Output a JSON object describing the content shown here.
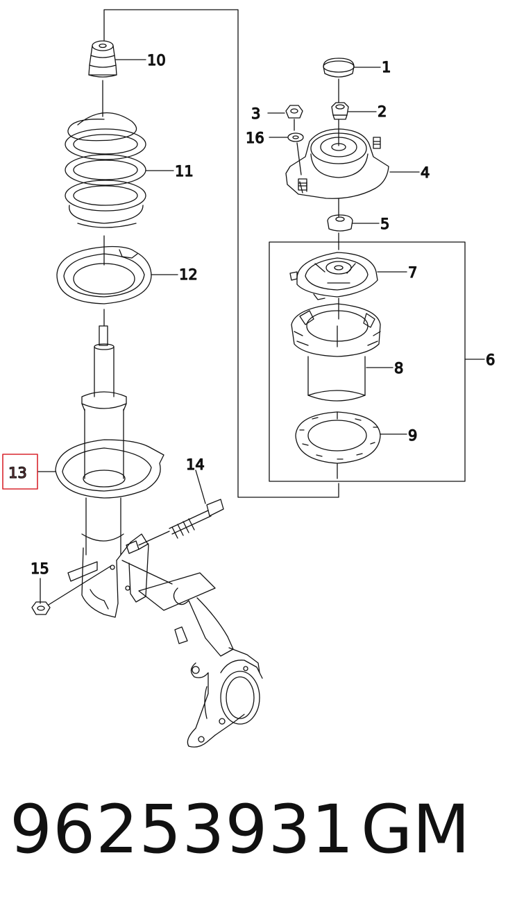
{
  "callouts": {
    "c1": "1",
    "c2": "2",
    "c3": "3",
    "c4": "4",
    "c5": "5",
    "c6": "6",
    "c7": "7",
    "c8": "8",
    "c9": "9",
    "c10": "10",
    "c11": "11",
    "c12": "12",
    "c13": "13",
    "c14": "14",
    "c15": "15",
    "c16": "16"
  },
  "highlighted_callout": "13",
  "highlight_color": "#d9262e",
  "footer": {
    "part_number": "96253931",
    "brand": "GM"
  }
}
